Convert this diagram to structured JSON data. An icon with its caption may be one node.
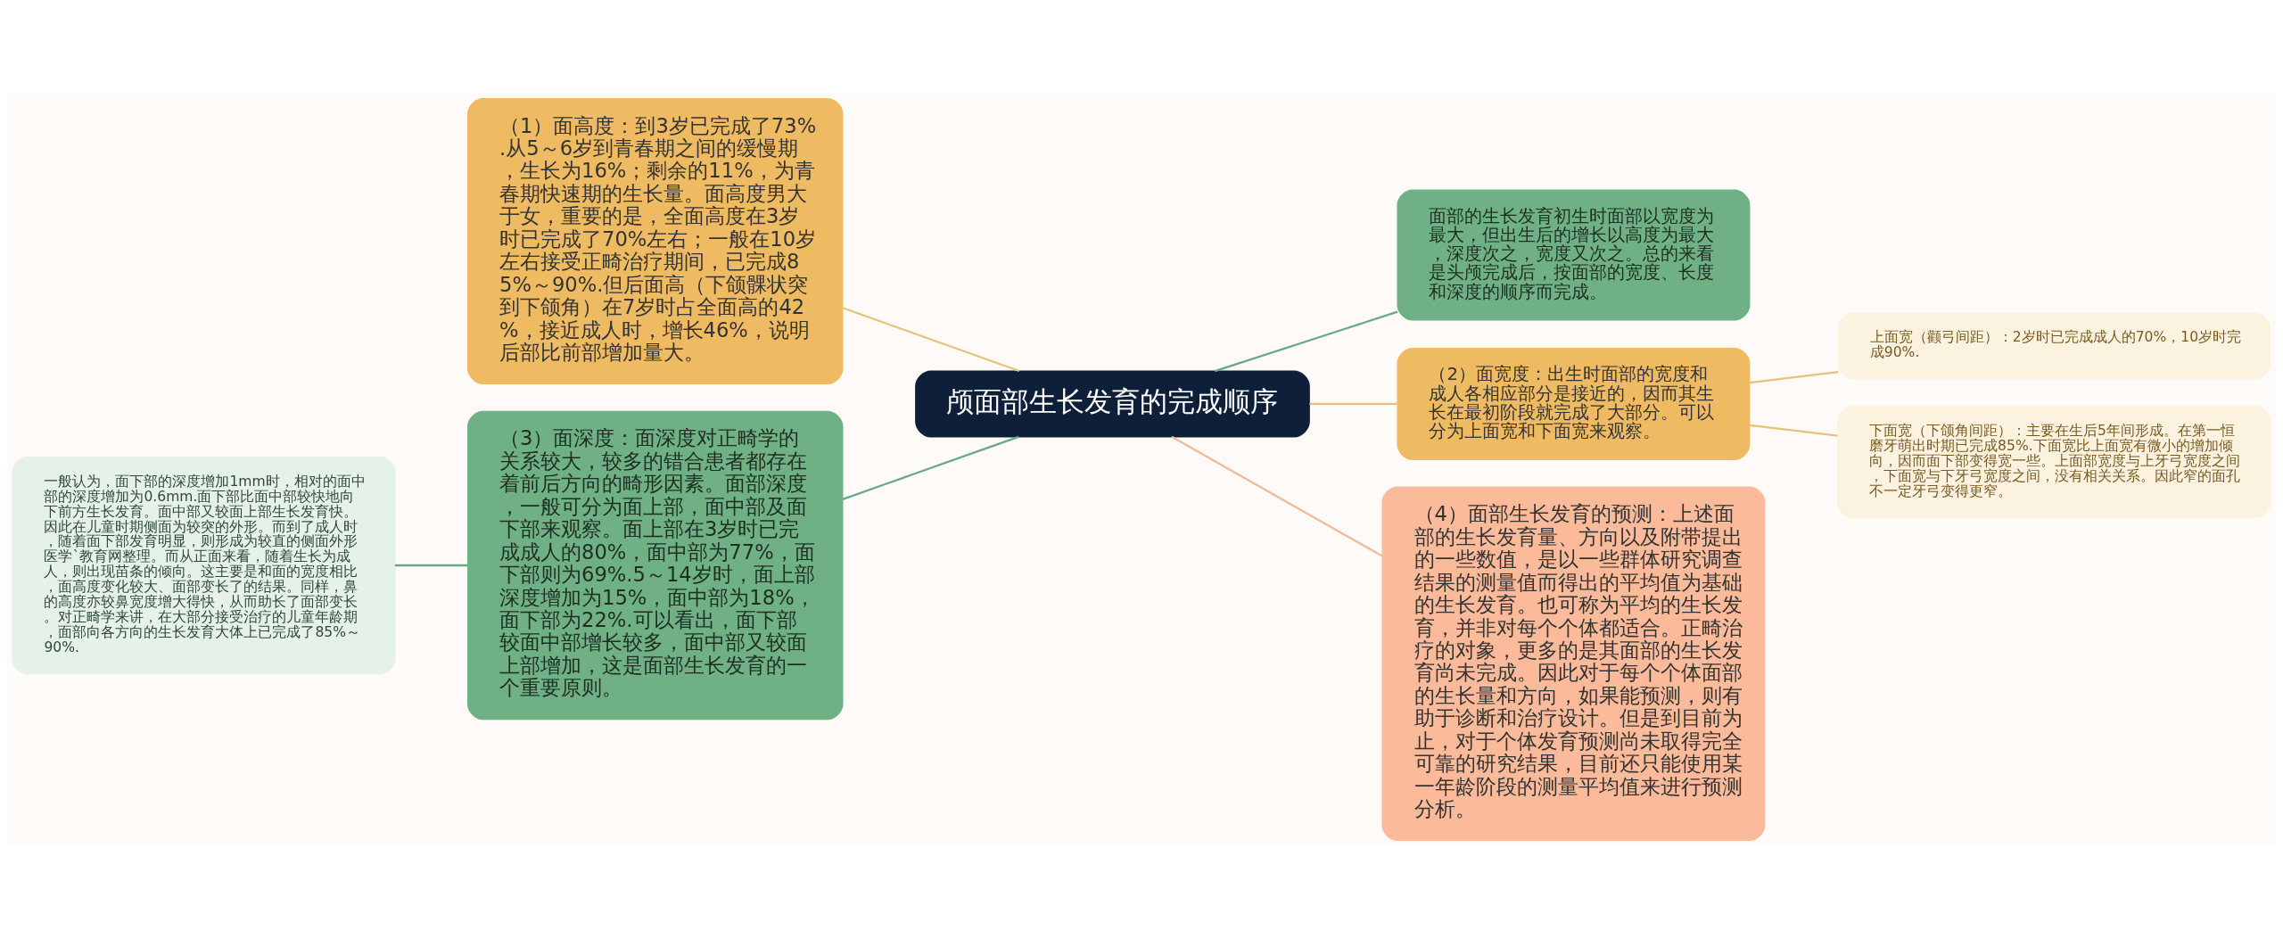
{
  "diagram": {
    "nodes": [
      {
        "text": [
          "颅面部生长发育的完成顺序"
        ]
      },
      {
        "text": [
          "（1）面高度：到3岁已完成了73%.从5～6岁到青春期之间的缓慢期，生长为16%；剩余的11%，为青春期快速期的生长量。面高度男大于女，重要的是，全面高度在3岁时已完成了70%左右；一般在10岁左右接受正畸治疗期间，已完成85%～90%.但后面高（下颌髁状突到下颌角）在7岁时占全面高的42%，接近成人时，增长46%，说明后部比前部增加量大。"
        ]
      },
      {
        "text": [
          "（3）面深度：面深度对正畸学的关系较大，较多的错合患者都存在着前后方向的畸形因素。面部深度，一般可分为面上部，面中部及面下部来观察。面上部在3岁时已完成成人的80%，面中部为77%，面下部则为69%.5～14岁时，面上部深度增加为15%，面中部为18%，面下部为22%.可以看出，面下部较面中部增长较多，面中部又较面上部增加，这是面部生长发育的一个重要原则。"
        ]
      },
      {
        "text": [
          "一般认为，面下部的深度增加1mm时，相对的面中部的深度增加为0.6mm.面下部比面中部较快地向下前方生长发育。面中部又较面上部生长发育快。因此在儿童时期侧面为较突的外形。而到了成人时，随着面下部发育明显，则形成为较直的侧面外形医学`教育网整理。而从正面来看，随着生长为成人，则出现苗条的倾向。这主要是和面的宽度相比，面高度变化较大、面部变长了的结果。同样，鼻的高度亦较鼻宽度增大得快，从而助长了面部变长。对正畸学来讲，在大部分接受治疗的儿童年龄期，面部向各方向的生长发育大体上已完成了85%～90%."
        ]
      },
      {
        "text": [
          "面部的生长发育初生时面部以宽度为最大，但出生后的增长以高度为最大，深度次之，宽度又次之。总的来看是头颅完成后，按面部的宽度、长度和深度的顺序而完成。"
        ]
      },
      {
        "text": [
          "（2）面宽度：出生时面部的宽度和成人各相应部分是接近的，因而其生长在最初阶段就完成了大部分。可以分为上面宽和下面宽来观察。"
        ]
      },
      {
        "text": [
          "上面宽（颧弓间距）：2岁时已完成成人的70%，10岁时完成90%."
        ]
      },
      {
        "text": [
          "下面宽（下颌角间距）：主要在生后5年间形成。在第一恒磨牙萌出时期已完成85%.下面宽比上面宽有微小的增加倾向，因而面下部变得宽一些。上面部宽度与上牙弓宽度之间，下面宽与下牙弓宽度之间，没有相关关系。因此窄的面孔不一定牙弓变得更窄。"
        ]
      },
      {
        "text": [
          "（4）面部生长发育的预测：上述面部的生长发育量、方向以及附带提出的一些数值，是以一些群体研究调查结果的测量值而得出的平均值为基础的生长发育。也可称为平均的生长发育，并非对每个个体都适合。正畸治疗的对象，更多的是其面部的生长发育尚未完成。因此对于每个个体面部的生长量和方向，如果能预测，则有助于诊断和治疗设计。但是到目前为止，对于个体发育预测尚未取得完全可靠的研究结果，目前还只能使用某一年龄阶段的测量平均值来进行预测分析。"
        ]
      }
    ],
    "edges": [
      {
        "from": 0,
        "to": 1,
        "arrow": "none"
      },
      {
        "from": 0,
        "to": 2,
        "arrow": "none",
        "color": "#6aa883"
      },
      {
        "from": 2,
        "to": 3,
        "arrow": "none",
        "color": "#6aa883"
      },
      {
        "from": 0,
        "to": 4,
        "arrow": "none",
        "color": "#6aa883"
      },
      {
        "from": 0,
        "to": 5,
        "arrow": "none"
      },
      {
        "from": 5,
        "to": 6,
        "arrow": "none"
      },
      {
        "from": 5,
        "to": 7,
        "arrow": "none"
      },
      {
        "from": 0,
        "to": 8,
        "arrow": "none",
        "color": "#f2b89a"
      }
    ]
  }
}
